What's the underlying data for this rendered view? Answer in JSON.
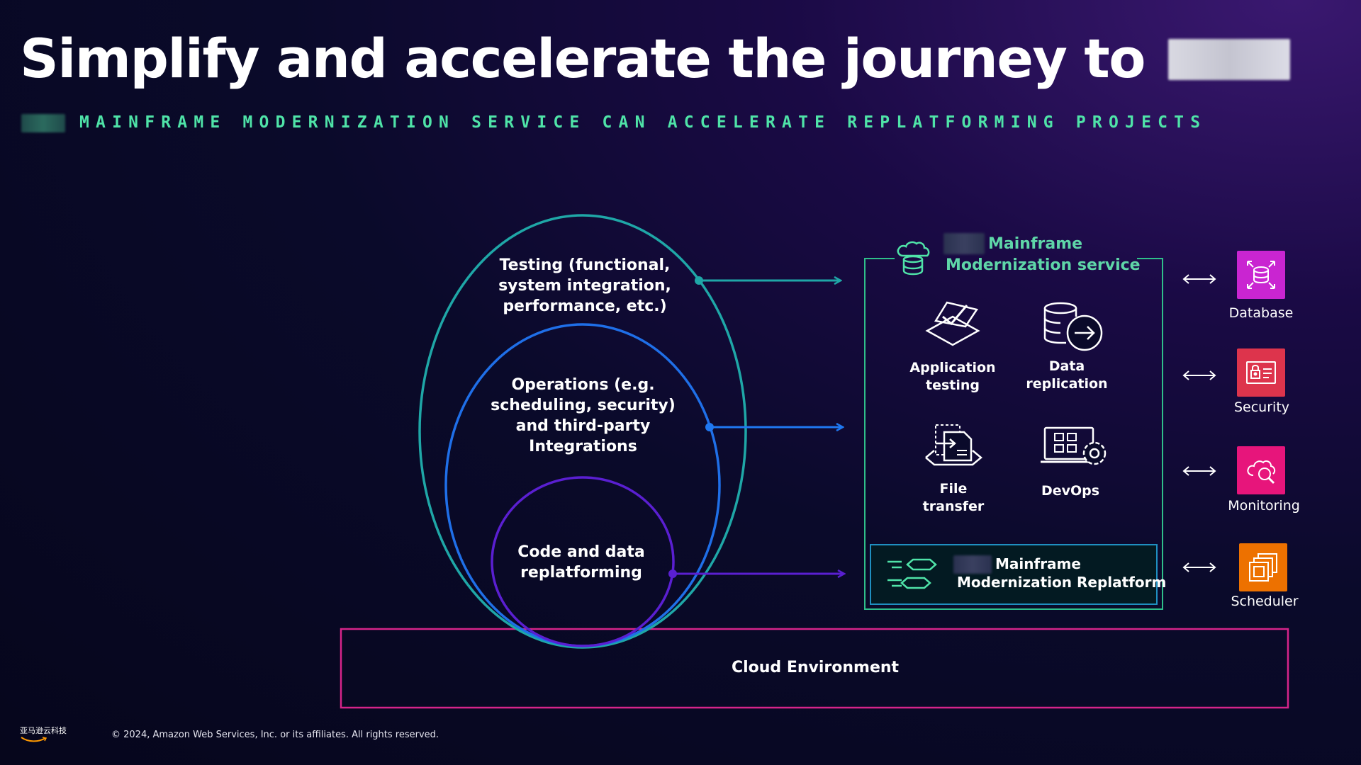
{
  "header": {
    "title": "Simplify and accelerate the journey to",
    "subtitle": "MAINFRAME MODERNIZATION SERVICE CAN ACCELERATE REPLATFORMING PROJECTS"
  },
  "circles": {
    "outer": "Testing (functional, system integration, performance, etc.)",
    "middle": "Operations (e.g. scheduling, security) and third-party Integrations",
    "inner": "Code and data replatforming"
  },
  "service": {
    "name": "Mainframe Modernization service",
    "name_line1": "Mainframe",
    "name_line2": "Modernization service",
    "features": [
      {
        "label": "Application testing",
        "icon": "application-testing-icon"
      },
      {
        "label": "Data replication",
        "icon": "data-replication-icon"
      },
      {
        "label": "File transfer",
        "icon": "file-transfer-icon"
      },
      {
        "label": "DevOps",
        "icon": "devops-icon"
      }
    ],
    "replatform_line1": "Mainframe",
    "replatform_line2": "Modernization Replatform"
  },
  "resources": [
    {
      "label": "Database",
      "icon": "database-icon",
      "color": "#c925d1"
    },
    {
      "label": "Security",
      "icon": "security-icon",
      "color": "#dd344c"
    },
    {
      "label": "Monitoring",
      "icon": "monitoring-icon",
      "color": "#e7157b"
    },
    {
      "label": "Scheduler",
      "icon": "scheduler-icon",
      "color": "#ed7100"
    }
  ],
  "cloud": {
    "label": "Cloud Environment"
  },
  "footer": {
    "logo_text": "亚马逊云科技",
    "copyright": "© 2024, Amazon Web Services, Inc. or its affiliates. All rights reserved."
  },
  "colors": {
    "accent_green": "#4fe3a8",
    "teal_ring": "#1fa7a7",
    "blue_ring": "#1f6fe8",
    "purple_ring": "#5a1fd1",
    "cloud_border": "#d6248a"
  }
}
